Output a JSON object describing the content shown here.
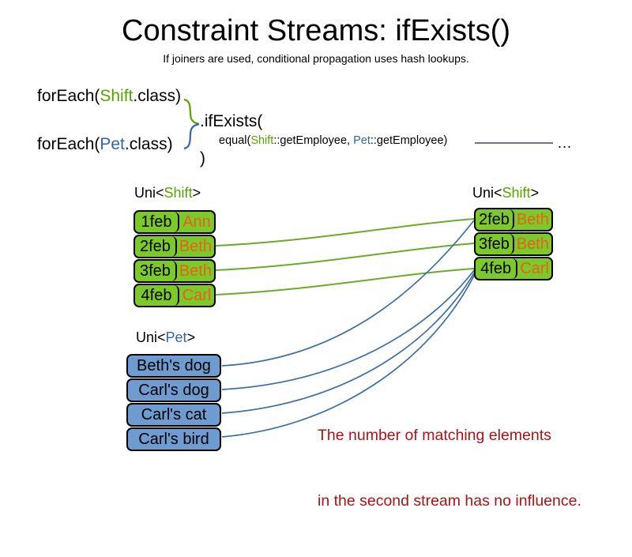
{
  "slide": {
    "title": "Constraint Streams: ifExists()",
    "subtitle": "If joiners are used, conditional propagation uses hash lookups."
  },
  "code": {
    "line1_pre": "forEach(",
    "line1_type": "Shift",
    "line1_post": ".class)",
    "line2_pre": "forEach(",
    "line2_type": "Pet",
    "line2_post": ".class)",
    "method": ".ifExists(",
    "joiner_pre": "equal(",
    "joiner_type_a": "Shift",
    "joiner_mid": "::getEmployee, ",
    "joiner_type_b": "Pet",
    "joiner_post": "::getEmployee)",
    "close_paren": ")",
    "ellipsis": "…"
  },
  "streams": {
    "left_shift": {
      "label_pre": "Uni<",
      "label_type": "Shift",
      "label_post": ">",
      "rows": [
        {
          "key": "1feb",
          "value": "Ann"
        },
        {
          "key": "2feb",
          "value": "Beth"
        },
        {
          "key": "3feb",
          "value": "Beth"
        },
        {
          "key": "4feb",
          "value": "Carl"
        }
      ]
    },
    "right_shift": {
      "label_pre": "Uni<",
      "label_type": "Shift",
      "label_post": ">",
      "rows": [
        {
          "key": "2feb",
          "value": "Beth"
        },
        {
          "key": "3feb",
          "value": "Beth"
        },
        {
          "key": "4feb",
          "value": "Carl"
        }
      ]
    },
    "pet": {
      "label_pre": "Uni<",
      "label_type": "Pet",
      "label_post": ">",
      "rows": [
        {
          "value": "Beth's dog"
        },
        {
          "value": "Carl's dog"
        },
        {
          "value": "Carl's cat"
        },
        {
          "value": "Carl's bird"
        }
      ]
    }
  },
  "annotation": {
    "line1": "The number of matching elements",
    "line2": "in the second stream has no influence."
  },
  "colors": {
    "shift_green": "#55a400",
    "pet_blue": "#3465a4",
    "box_green_fill": "#7cc92a",
    "box_blue_fill": "#6e9bd0",
    "value_orange": "#e8601c",
    "note_red": "#a81414",
    "wire_green": "#6aab2b",
    "wire_blue": "#3b6ea8",
    "joiner_line": "#7b6d8d"
  }
}
